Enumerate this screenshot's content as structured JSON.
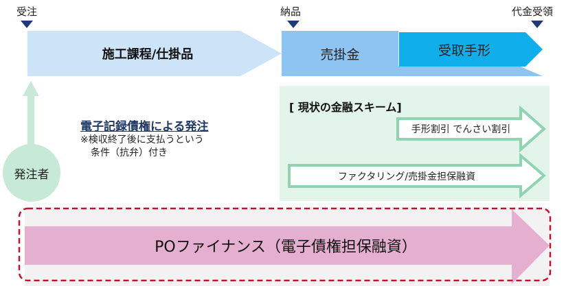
{
  "milestones": [
    {
      "label": "受注"
    },
    {
      "label": "納品"
    },
    {
      "label": "代金受領"
    }
  ],
  "timeline": {
    "construction": {
      "label": "施工課程/仕掛品",
      "color": "#cde4f8"
    },
    "receivable": {
      "label": "売掛金",
      "color": "#8ec4f2"
    },
    "note": {
      "label": "受取手形",
      "color": "#10aeea"
    }
  },
  "orderer": {
    "label": "発注者",
    "color": "#c7e9d8",
    "heading": "電子記録債権による発注",
    "note_line1": "※検収終了後に支払うという",
    "note_line2": "条件（抗弁）付き"
  },
  "current_scheme": {
    "title": "[ 現状の金融スキーム]",
    "background": "#e3f4ea",
    "arrow_border": "#8fd3b1",
    "items": [
      {
        "label": "手形割引 でんさい割引"
      },
      {
        "label": "ファクタリング/売掛金担保融資"
      }
    ]
  },
  "po_finance": {
    "label": "POファイナンス（電子債権担保融資）",
    "color": "#e5b0cf",
    "background": "#f2f2f2",
    "border_color": "#c8102e"
  }
}
